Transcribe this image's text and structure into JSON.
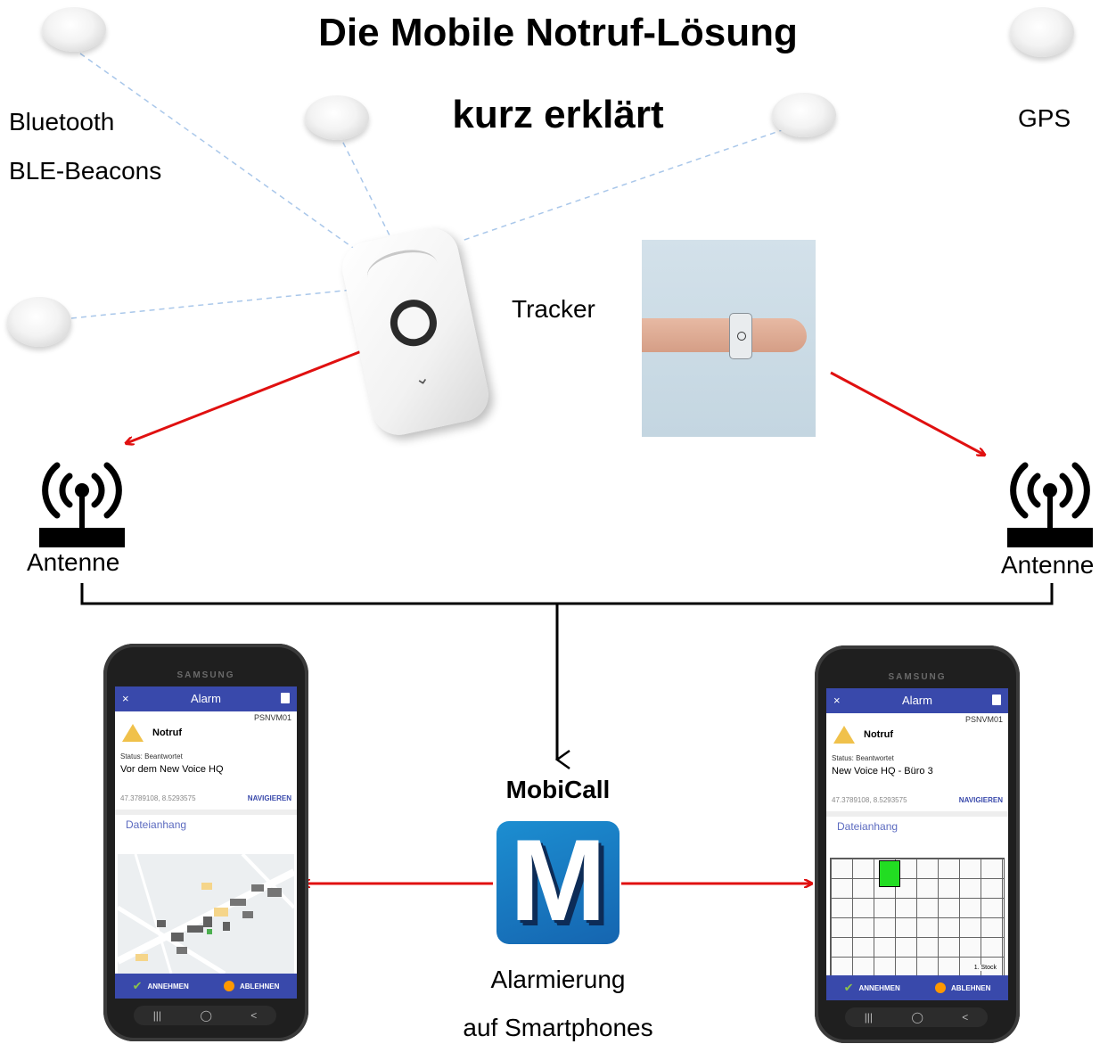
{
  "title": {
    "line1": "Die Mobile Notruf-Lösung",
    "line2": "kurz erklärt"
  },
  "labels": {
    "bluetooth": "Bluetooth",
    "ble_beacons": "BLE-Beacons",
    "gps": "GPS",
    "tracker": "Tracker",
    "antenna_left": "Antenne",
    "antenna_right": "Antenne",
    "mobicall": "MobiCall",
    "alarm_line1": "Alarmierung",
    "alarm_line2": "auf Smartphones"
  },
  "app_icon_letter": "M",
  "phones": [
    {
      "brand": "SAMSUNG",
      "header": "Alarm",
      "close": "×",
      "code": "PSNVM01",
      "alarm_type": "Notruf",
      "status": "Status: Beantwortet",
      "location": "Vor dem New Voice HQ",
      "coords": "47.3789108, 8.5293575",
      "navigate": "NAVIGIEREN",
      "attachment": "Dateianhang",
      "accept": "ANNEHMEN",
      "decline": "ABLEHNEN"
    },
    {
      "brand": "SAMSUNG",
      "header": "Alarm",
      "close": "×",
      "code": "PSNVM01",
      "alarm_type": "Notruf",
      "status": "Status: Beantwortet",
      "location": "New Voice HQ - Büro 3",
      "coords": "47.3789108, 8.5293575",
      "navigate": "NAVIGIEREN",
      "attachment": "Dateianhang",
      "floor": "1. Stock",
      "accept": "ANNEHMEN",
      "decline": "ABLEHNEN"
    }
  ],
  "colors": {
    "arrow": "#e01010",
    "beacon_link": "#a9c7ea",
    "app_bar": "#3949ab",
    "app_icon": "#1c8ed1"
  },
  "icons": [
    "beacon-icon",
    "tracker-device",
    "wrist-tracker-photo",
    "antenna-icon",
    "mobicall-app-icon",
    "smartphone"
  ]
}
